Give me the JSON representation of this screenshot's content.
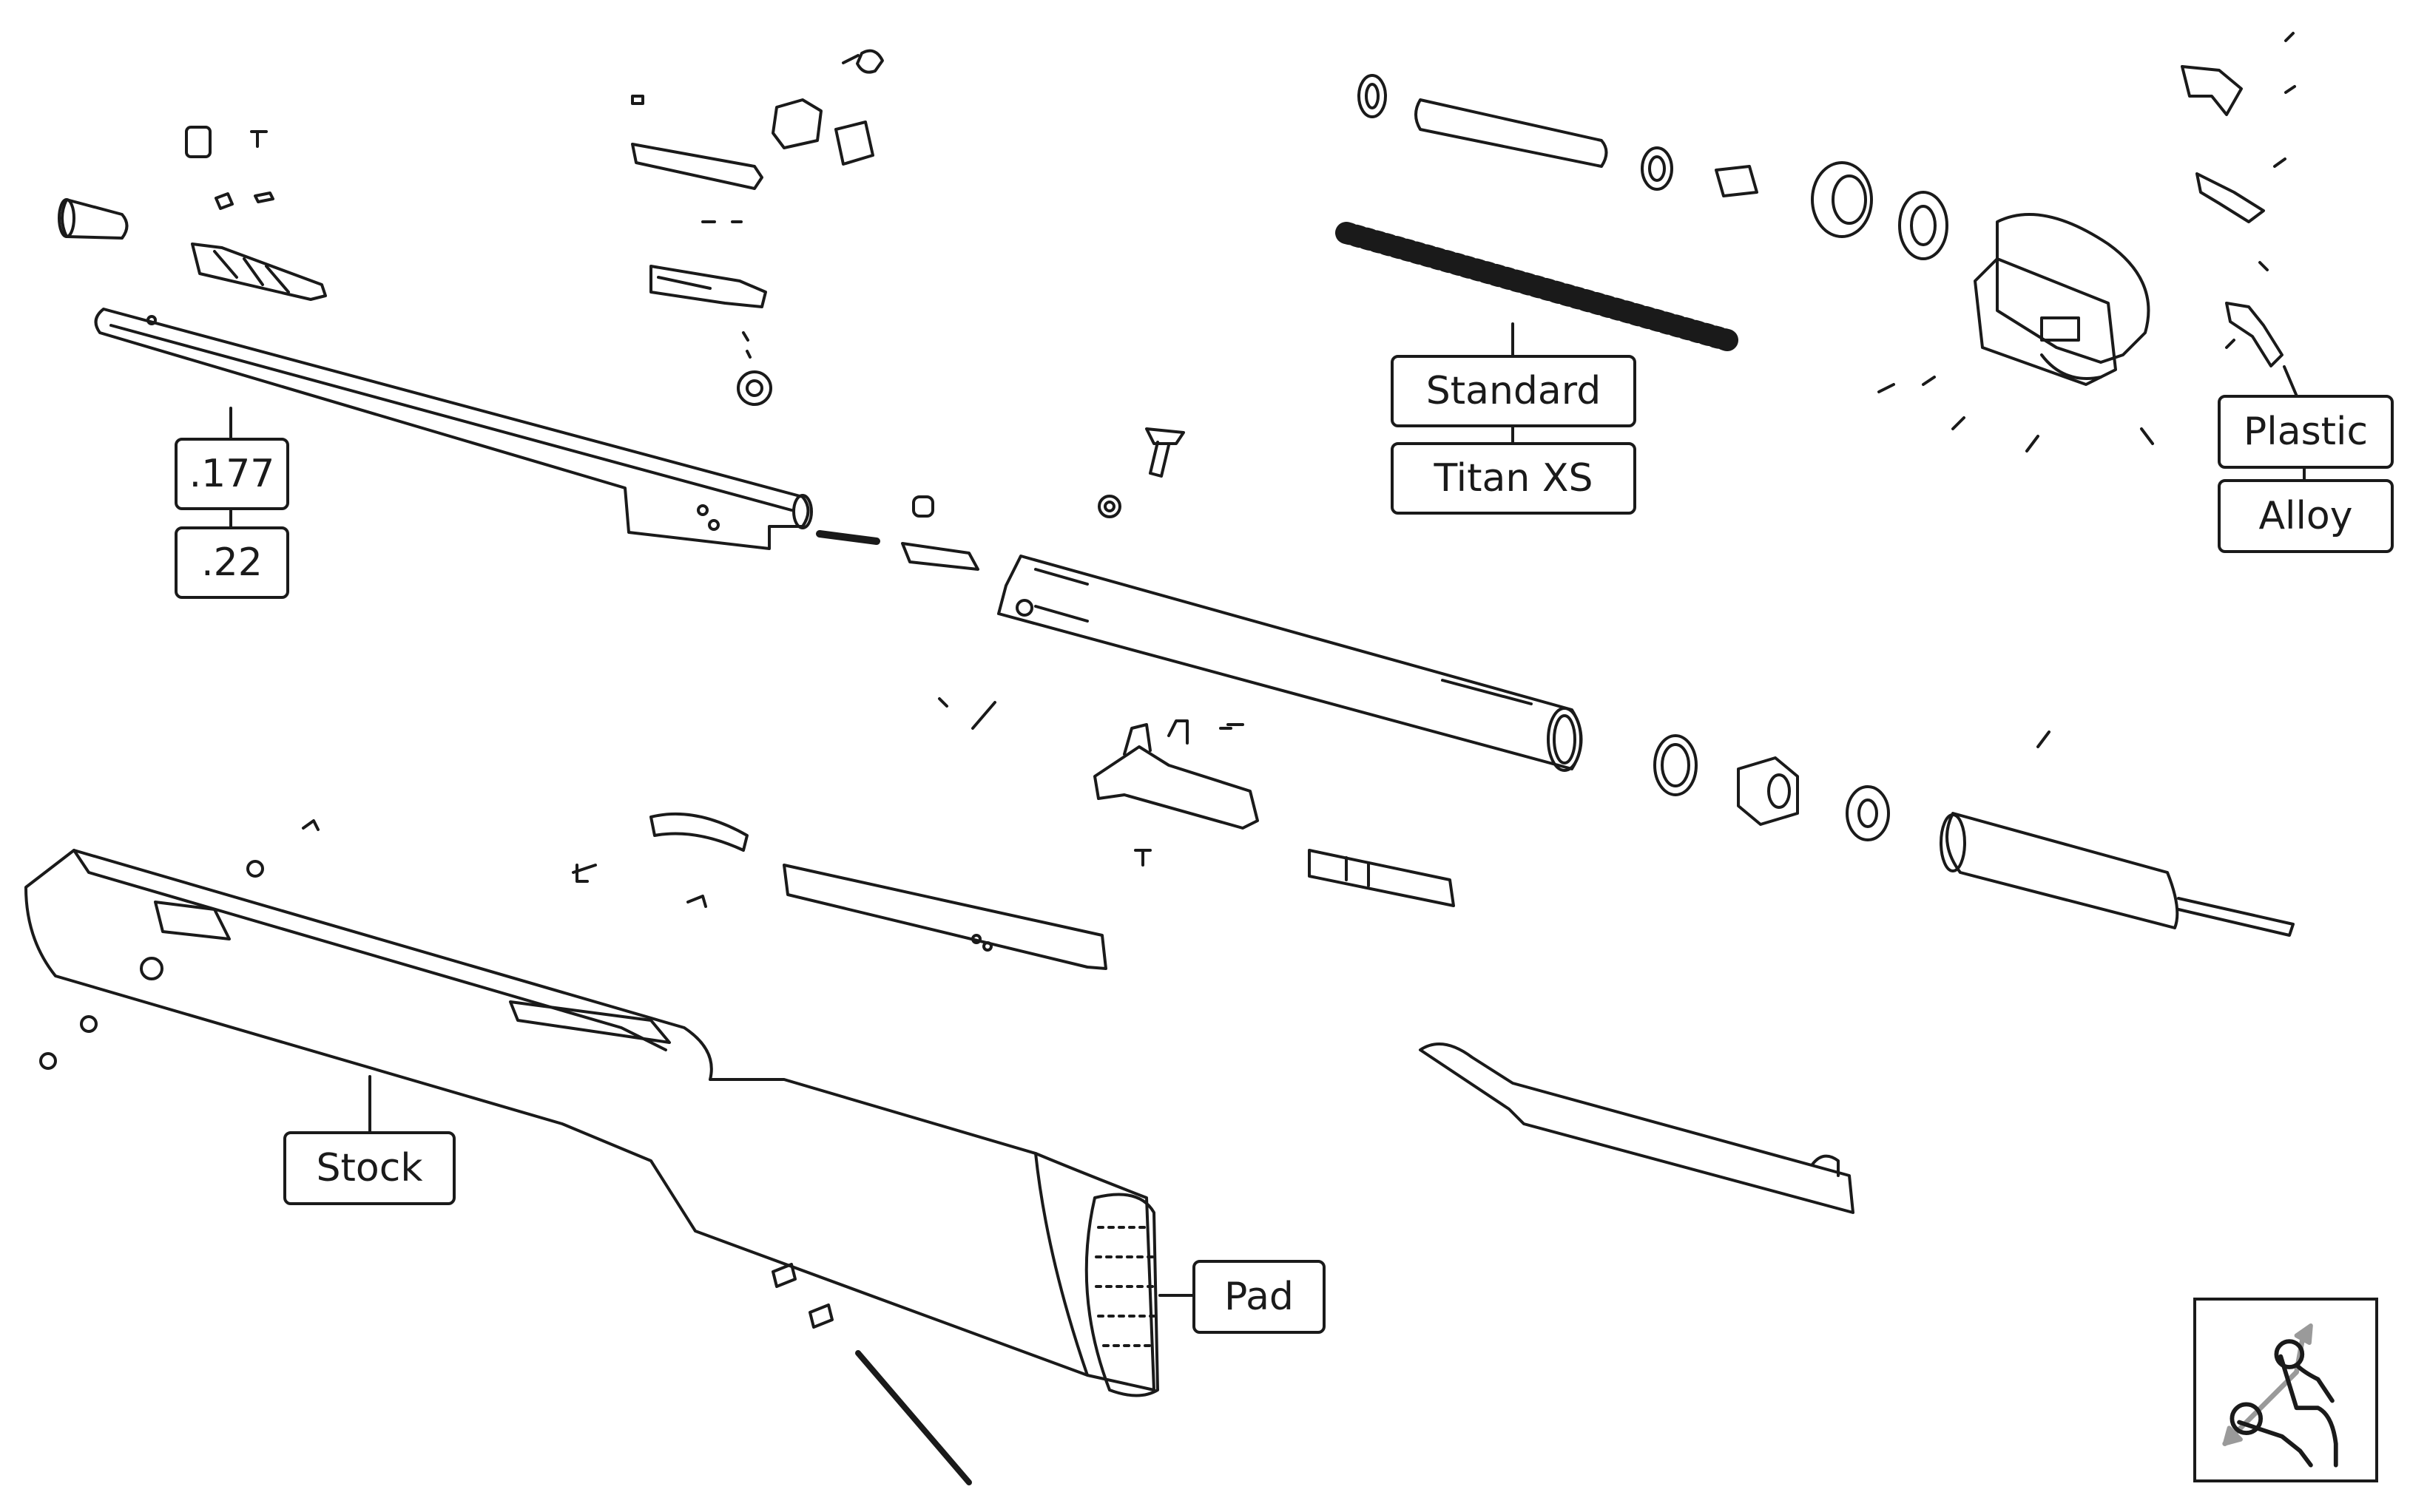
{
  "labels": {
    "caliber_177": ".177",
    "caliber_22": ".22",
    "spring_standard": "Standard",
    "spring_titan": "Titan XS",
    "trigger_plastic": "Plastic",
    "trigger_alloy": "Alloy",
    "stock": "Stock",
    "pad": "Pad"
  },
  "gesture_hint": {
    "icon": "pinch-zoom-icon"
  },
  "colors": {
    "ink": "#1a1a1a",
    "background": "#ffffff",
    "arrow": "#9a9a9a"
  }
}
